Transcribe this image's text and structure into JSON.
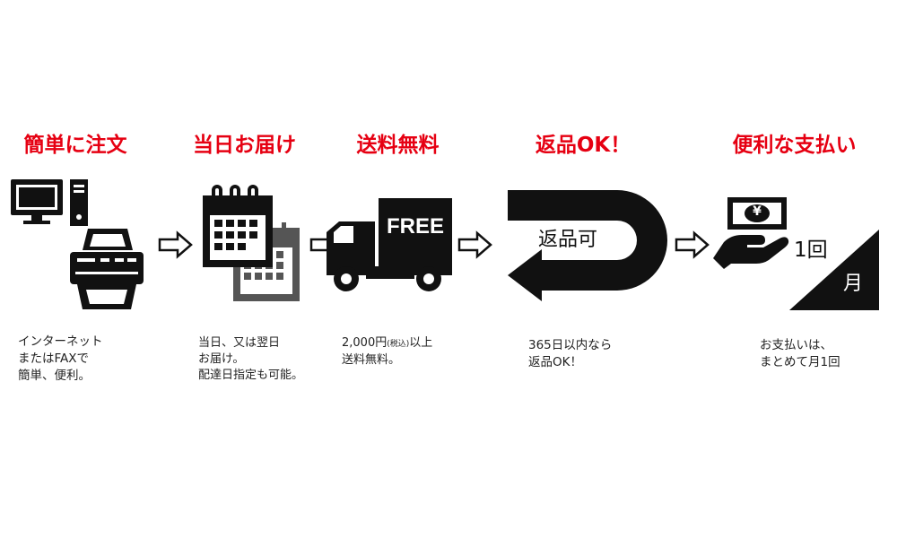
{
  "steps": [
    {
      "title": "簡単に注文",
      "desc": [
        "インターネット",
        "またはFAXで",
        "簡単、便利。"
      ]
    },
    {
      "title": "当日お届け",
      "desc": [
        "当日、又は翌日",
        "お届け。",
        "配達日指定も可能。"
      ]
    },
    {
      "title": "送料無料",
      "desc_prefix": "2,000円",
      "desc_small": "(税込)",
      "desc_suffix": "以上",
      "desc_line2": "送料無料。",
      "truck_text": "FREE"
    },
    {
      "title": "返品OK！",
      "desc": [
        "365日以内なら",
        "返品OK！"
      ],
      "icon_text": "返品可"
    },
    {
      "title": "便利な支払い",
      "desc": [
        "お支払いは、",
        "まとめて月1回"
      ],
      "bill_symbol": "¥",
      "count_text": "1回",
      "month_text": "月"
    }
  ],
  "colors": {
    "title": "#e60012",
    "icon": "#111111",
    "calendar_back": "#555555"
  },
  "icons": [
    "computer-icon",
    "fax-icon",
    "calendar-icon",
    "truck-icon",
    "return-arrow-icon",
    "money-hand-icon",
    "month-badge-icon",
    "arrow-right-icon"
  ]
}
